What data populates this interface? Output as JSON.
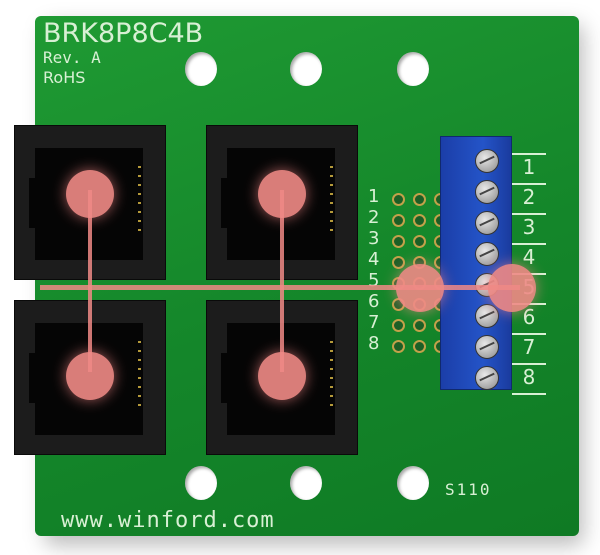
{
  "board": {
    "part_number": "BRK8P8C4B",
    "revision": "Rev. A",
    "compliance": "RoHS",
    "website": "www.winford.com",
    "date_code": "S110",
    "colors": {
      "pcb": "#14862a",
      "silkscreen": "#d8f0d4",
      "terminal_block": "#2454c8",
      "highlight": "#f08a86"
    }
  },
  "header_pins": {
    "labels": [
      "1",
      "2",
      "3",
      "4",
      "5",
      "6",
      "7",
      "8"
    ],
    "highlighted": "5"
  },
  "terminal_block": {
    "labels": [
      "1",
      "2",
      "3",
      "4",
      "5",
      "6",
      "7",
      "8"
    ],
    "highlighted": "5"
  },
  "jacks": {
    "count": 4,
    "type": "RJ45 8P8C"
  }
}
